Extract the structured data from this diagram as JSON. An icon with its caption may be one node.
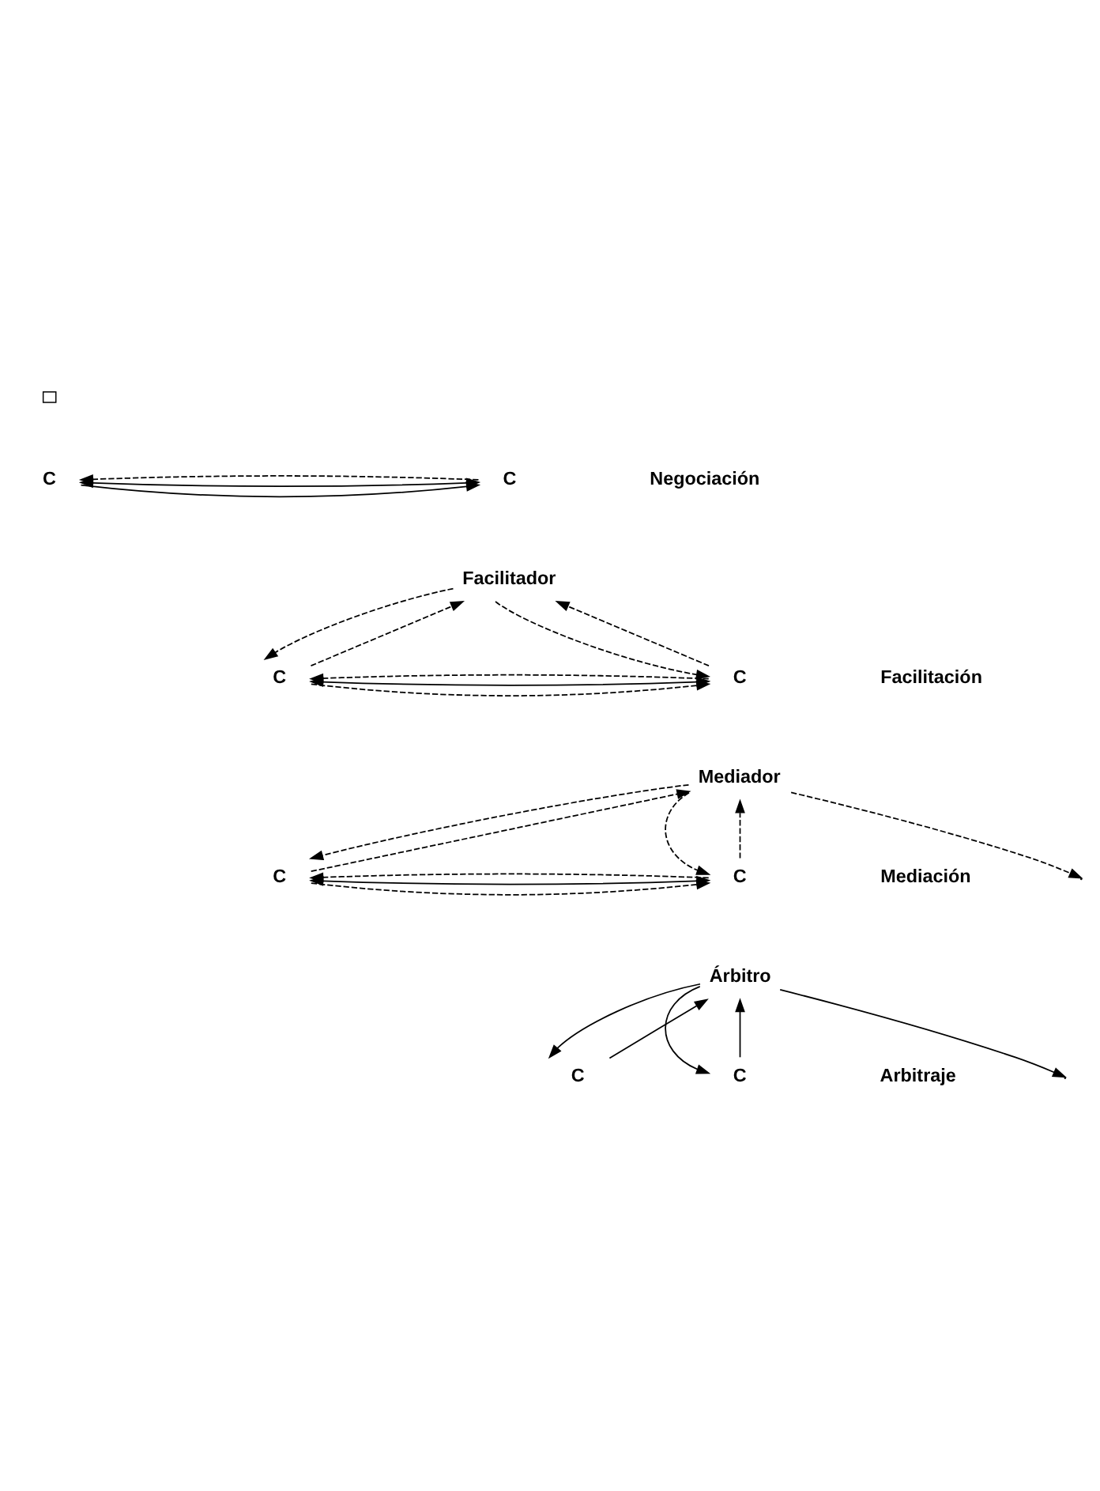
{
  "diagram": {
    "nodes": [
      {
        "text": [],
        "shape": "box"
      },
      {
        "text": [
          "C"
        ]
      },
      {
        "text": [
          "C"
        ]
      },
      {
        "text": [
          "Facilitador"
        ]
      },
      {
        "text": [
          "C"
        ]
      },
      {
        "text": [
          "C"
        ]
      },
      {
        "text": [
          "Mediador"
        ]
      },
      {
        "text": [
          "C"
        ]
      },
      {
        "text": [
          "C"
        ]
      },
      {
        "text": [
          "Árbitro"
        ]
      },
      {
        "text": [
          "C"
        ]
      },
      {
        "text": [
          "C"
        ]
      }
    ],
    "edges": [
      {
        "from": 1,
        "to": 2,
        "arrow": "to"
      },
      {
        "from": 1,
        "to": 2,
        "arrow": "both"
      },
      {
        "from": 2,
        "to": 1,
        "arrow": "to",
        "style": "dashed"
      },
      {
        "from": 4,
        "to": 3,
        "arrow": "to",
        "style": "dashed"
      },
      {
        "from": 3,
        "to": 4,
        "arrow": "to",
        "style": "dashed"
      },
      {
        "from": 5,
        "to": 3,
        "arrow": "to",
        "style": "dashed"
      },
      {
        "from": 3,
        "to": 5,
        "arrow": "to",
        "style": "dashed"
      },
      {
        "from": 4,
        "to": 5,
        "arrow": "to",
        "style": "dashed"
      },
      {
        "from": 4,
        "to": 5,
        "arrow": "both"
      },
      {
        "from": 5,
        "to": 4,
        "arrow": "to",
        "style": "dashed"
      },
      {
        "from": 7,
        "to": 6,
        "arrow": "to",
        "style": "dashed"
      },
      {
        "from": 6,
        "to": 7,
        "arrow": "to",
        "style": "dashed"
      },
      {
        "from": 8,
        "to": 6,
        "arrow": "to",
        "style": "dashed"
      },
      {
        "from": 6,
        "to": 8,
        "arrow": "to",
        "style": "dashed"
      },
      {
        "from": 6,
        "to": null,
        "arrow": "to",
        "style": "dashed"
      },
      {
        "from": 7,
        "to": 8,
        "arrow": "to",
        "style": "dashed"
      },
      {
        "from": 7,
        "to": 8,
        "arrow": "both"
      },
      {
        "from": 8,
        "to": 7,
        "arrow": "to",
        "style": "dashed"
      },
      {
        "from": 10,
        "to": 9,
        "arrow": "to"
      },
      {
        "from": 9,
        "to": 10,
        "arrow": "to"
      },
      {
        "from": 11,
        "to": 9,
        "arrow": "to"
      },
      {
        "from": 9,
        "to": 11,
        "arrow": "to"
      },
      {
        "from": 9,
        "to": null,
        "arrow": "to"
      }
    ],
    "labels": [
      "Negociación",
      "Facilitación",
      "Mediación",
      "Arbitraje"
    ]
  }
}
